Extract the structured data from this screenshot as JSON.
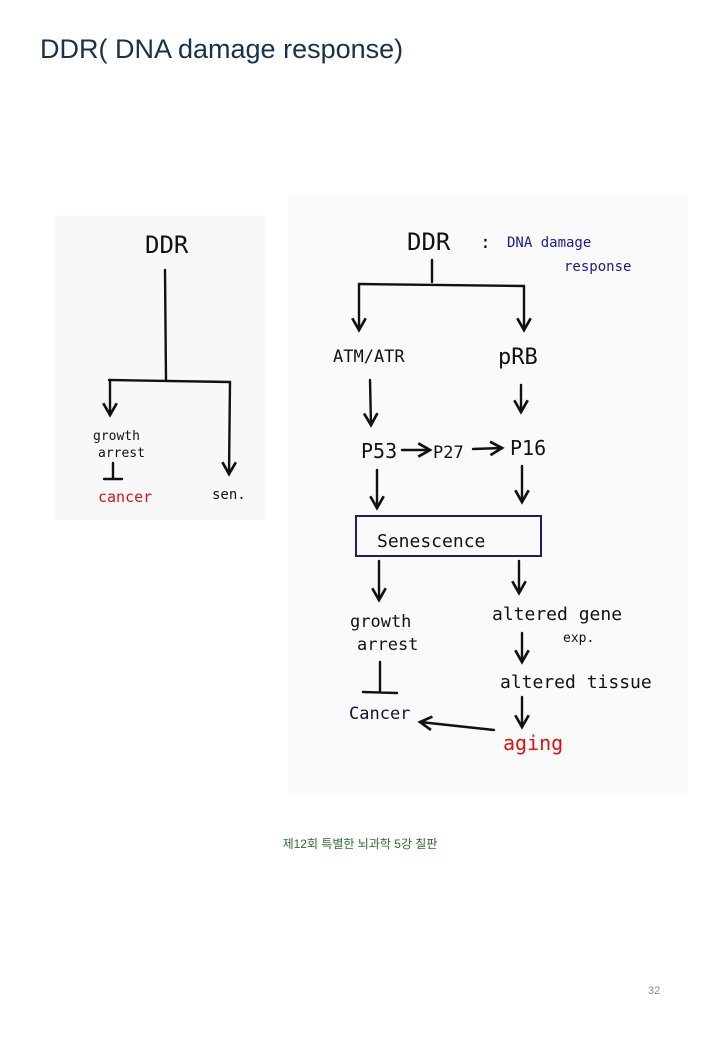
{
  "slide": {
    "title": "DDR( DNA damage response)",
    "caption": "제12회 특별한 뇌과학 5강 칠판",
    "page_number": "32"
  },
  "left_diagram": {
    "root": "DDR",
    "branch_left_line1": "growth",
    "branch_left_line2": "arrest",
    "inhibited": "cancer",
    "branch_right": "sen."
  },
  "right_diagram": {
    "root": "DDR",
    "colon": ":",
    "definition_line1": "DNA damage",
    "definition_line2": "response",
    "left_node": "ATM/ATR",
    "right_node": "pRB",
    "p53": "P53",
    "p27": "P27",
    "p16": "P16",
    "senescence": "Senescence",
    "growth_line1": "growth",
    "growth_line2": "arrest",
    "cancer": "Cancer",
    "altered_gene": "altered gene",
    "altered_gene_exp": "exp.",
    "altered_tissue": "altered tissue",
    "aging": "aging"
  },
  "colors": {
    "title": "#17324a",
    "ink": "#111111",
    "blue_ink": "#1a1a8c",
    "red_ink": "#e01010",
    "caption": "#2e6b2a"
  }
}
